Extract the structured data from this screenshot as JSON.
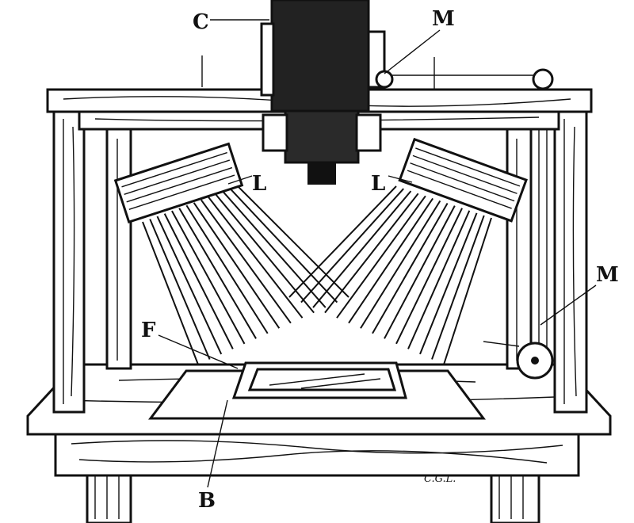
{
  "title": "Copying stand with camera and lamps",
  "labels": {
    "camera": "C",
    "motor_top": "M",
    "lamp_left": "L",
    "lamp_right": "L",
    "motor_side": "M",
    "frame": "F",
    "board": "B"
  },
  "signature": "C.G.L."
}
